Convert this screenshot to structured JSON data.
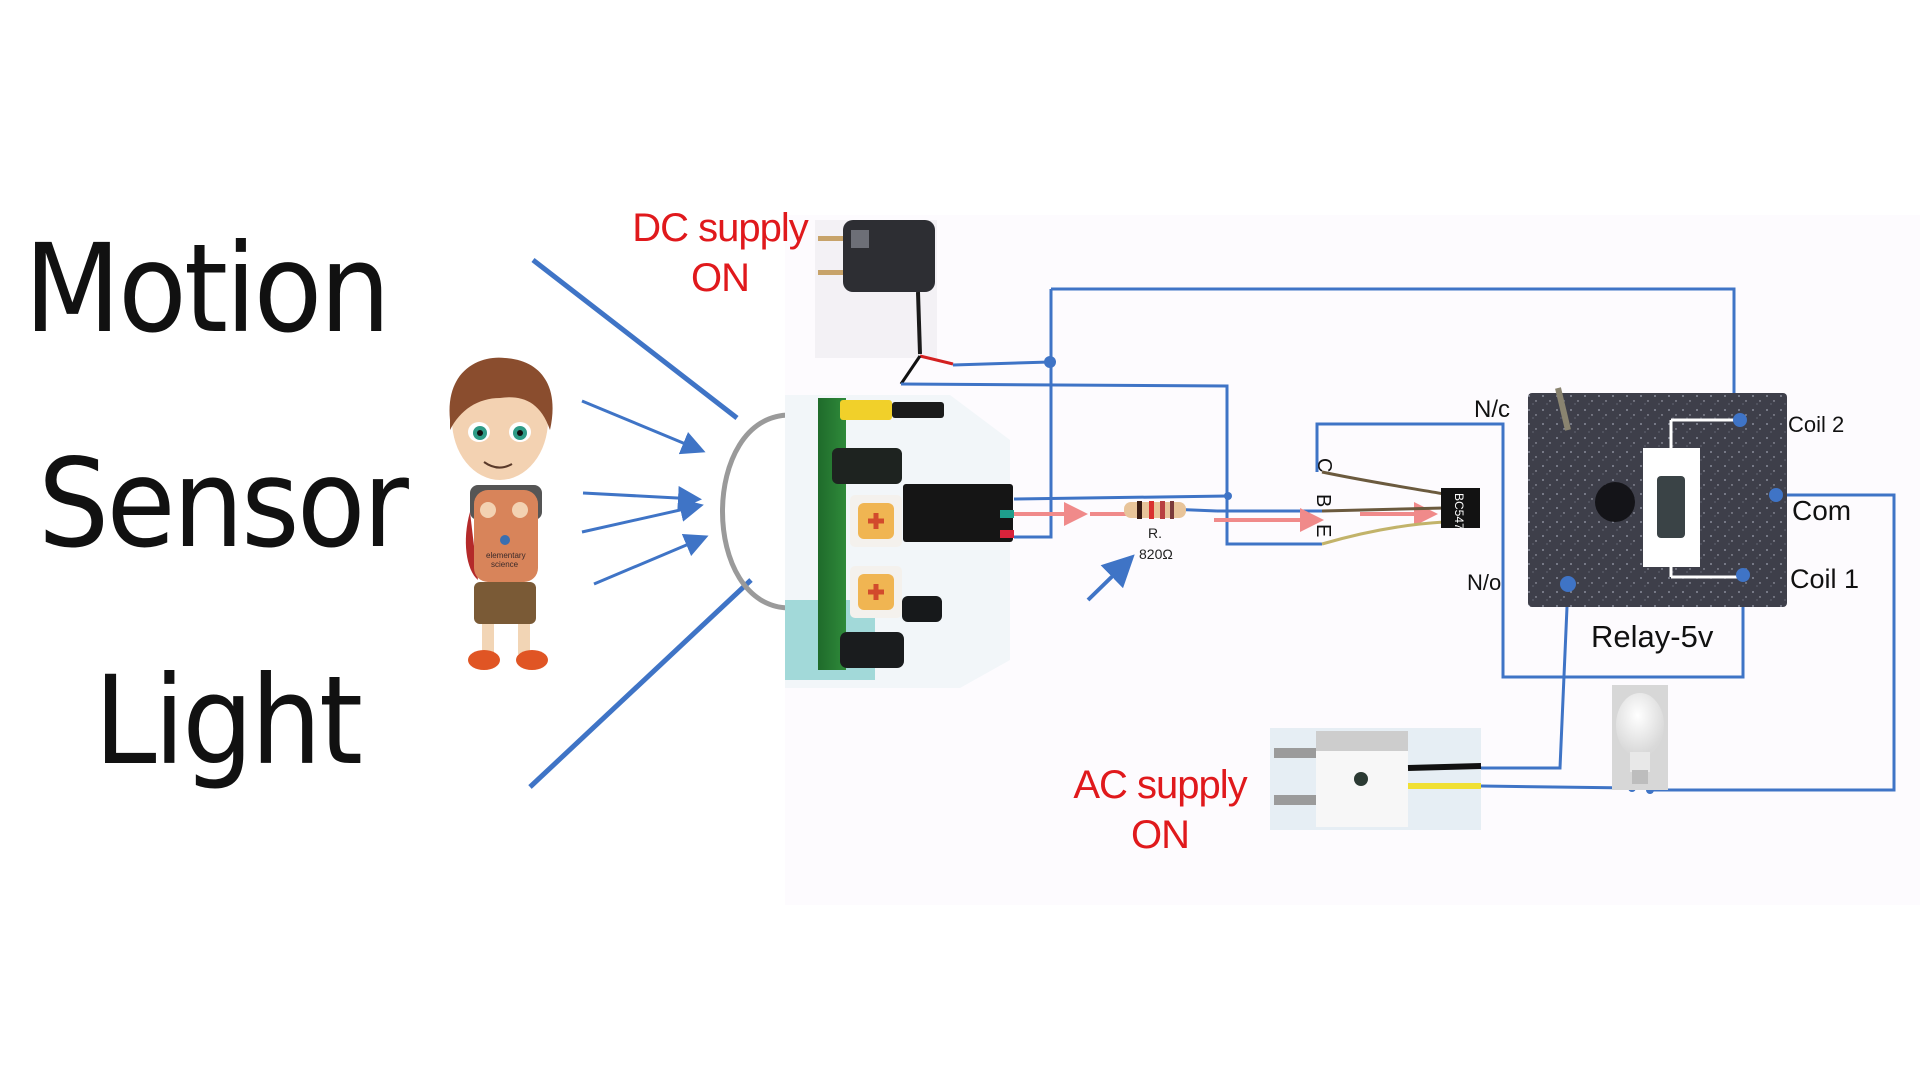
{
  "title": {
    "line1": "Motion",
    "line2": "Sensor",
    "line3": "Light"
  },
  "labels": {
    "dc_supply": "DC supply",
    "dc_on": "ON",
    "ac_supply": "AC supply",
    "ac_on": "ON",
    "resistor_name": "R.",
    "resistor_value": "820Ω",
    "transistor_model": "BC547",
    "pin_c": "C",
    "pin_b": "B",
    "pin_e": "E",
    "relay_nc": "N/c",
    "relay_no": "N/o",
    "relay_coil2": "Coil 2",
    "relay_com": "Com",
    "relay_coil1": "Coil 1",
    "relay_name": "Relay-5v",
    "shirt_text_1": "elementary",
    "shirt_text_2": "science"
  },
  "components": {
    "sensor": "pir-motion-sensor-module",
    "adapter": "dc-adapter",
    "resistor": "resistor",
    "transistor": "npn-transistor",
    "relay": "relay-5v",
    "diode": "flyback-diode",
    "bulb": "led-bulb",
    "ac_plug": "ac-plug",
    "person": "cartoon-boy"
  },
  "colors": {
    "wire": "#3f74c6",
    "label_red": "#e0191c",
    "signal_arrow": "#f08a8a",
    "lens": "#9a9a9a",
    "text": "#111111"
  }
}
